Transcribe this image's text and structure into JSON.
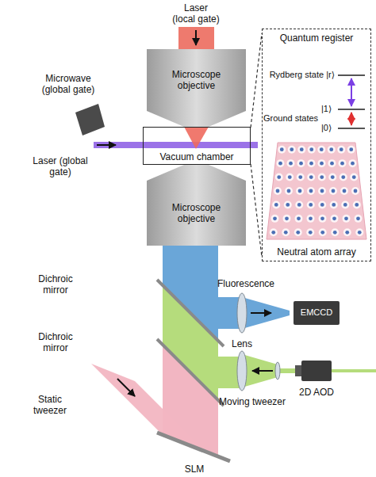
{
  "diagram": {
    "nodes": [
      {
        "text": [
          "Microscope objective"
        ]
      },
      {
        "text": [
          "Vacuum chamber"
        ]
      },
      {
        "text": [
          "Microscope objective"
        ]
      },
      {
        "text": [
          "Quantum register"
        ]
      }
    ],
    "edges": [
      {
        "from": 1,
        "to": 3,
        "arrow": "none"
      },
      {
        "from": 1,
        "to": 3,
        "arrow": "none"
      }
    ],
    "labels": [
      "Laser (local gate)",
      "Microwave (global gate)",
      "Laser (global gate)",
      "Rydberg state |r⟩",
      "Ground states",
      "|1⟩",
      "|0⟩",
      "Neutral atom array",
      "Dichroic mirror",
      "Fluorescence",
      "EMCCD",
      "Dichroic mirror",
      "Lens",
      "Static tweezer",
      "Moving tweezer",
      "2D AOD",
      "SLM"
    ]
  }
}
